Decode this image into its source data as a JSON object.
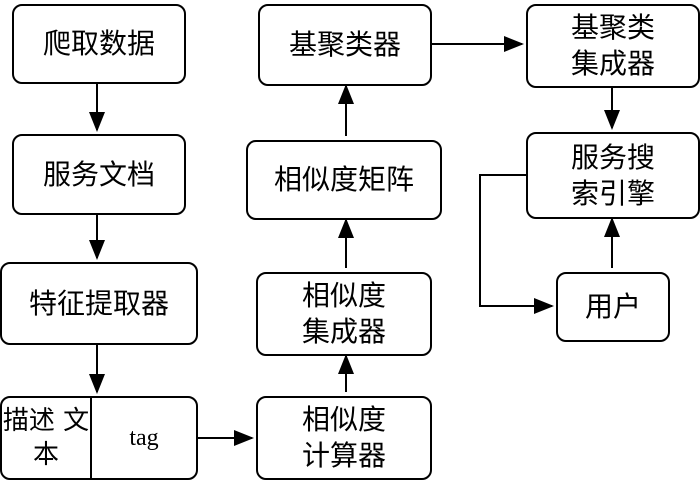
{
  "nodes": {
    "crawl": "爬取数据",
    "service_docs": "服务文档",
    "feature_extractor": "特征提取器",
    "desc_text": [
      "描述",
      "文本"
    ],
    "tag": "tag",
    "sim_calc": [
      "相似度",
      "计算器"
    ],
    "sim_ensemble": [
      "相似度",
      "集成器"
    ],
    "sim_matrix": "相似度矩阵",
    "base_clusterer": "基聚类器",
    "base_cluster_ensemble": [
      "基聚类",
      "集成器"
    ],
    "search_engine": [
      "服务搜",
      "索引擎"
    ],
    "user": "用户"
  }
}
